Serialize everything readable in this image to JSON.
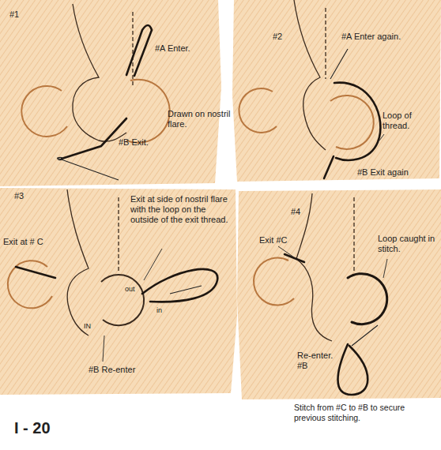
{
  "diagram": {
    "labels": [
      "#1",
      "#A Enter.",
      "Drawn on nostril flare.",
      "#B Exit.",
      "#2",
      "#A Enter again.",
      "Loop of thread.",
      "#B Exit again",
      "#3",
      "Exit at # C",
      "Exit at side of nostril flare with the loop on the outside of the exit thread.",
      "out",
      "in",
      "IN",
      "#B Re-enter",
      "#4",
      "Exit #C",
      "Loop caught in stitch.",
      "Re-enter. #B",
      "Stitch from #C to #B to secure previous stitching.",
      "I - 20"
    ]
  }
}
